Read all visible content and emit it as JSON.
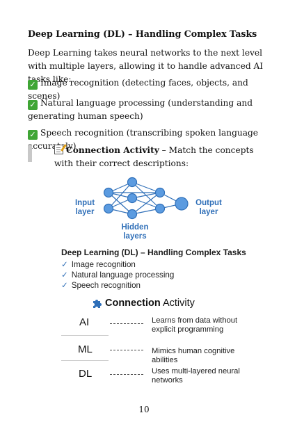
{
  "heading": "Deep Learning (DL) – Handling Complex Tasks",
  "intro": "Deep Learning takes neural networks to the next level with multiple layers, allowing it to handle advanced AI tasks like:",
  "bullets": [
    "Image recognition (detecting faces, objects, and scenes)",
    "Natural language processing (understanding and generating human speech)",
    "Speech recognition (transcribing spoken language accurately)"
  ],
  "activity": {
    "label": "Connection Activity",
    "text": " – Match the concepts with their correct descriptions:"
  },
  "figure": {
    "nn_labels": {
      "input": "Input layer",
      "output": "Output layer",
      "hidden": "Hidden layers"
    },
    "dl_heading": "Deep Learning (DL) – Handling Complex Tasks",
    "dl_items": [
      "Image recognition",
      "Natural language processing",
      "Speech recognition"
    ],
    "connection_title_bold": "Connection",
    "connection_title_rest": " Activity",
    "terms": [
      "AI",
      "ML",
      "DL"
    ],
    "descriptions": [
      "Learns from data without explicit programming",
      "Mimics human cognitive abilities",
      "Uses multi-layered neural networks"
    ],
    "accent_color": "#2f6fb8",
    "node_fill": "#5b9be0"
  },
  "page_number": "10"
}
